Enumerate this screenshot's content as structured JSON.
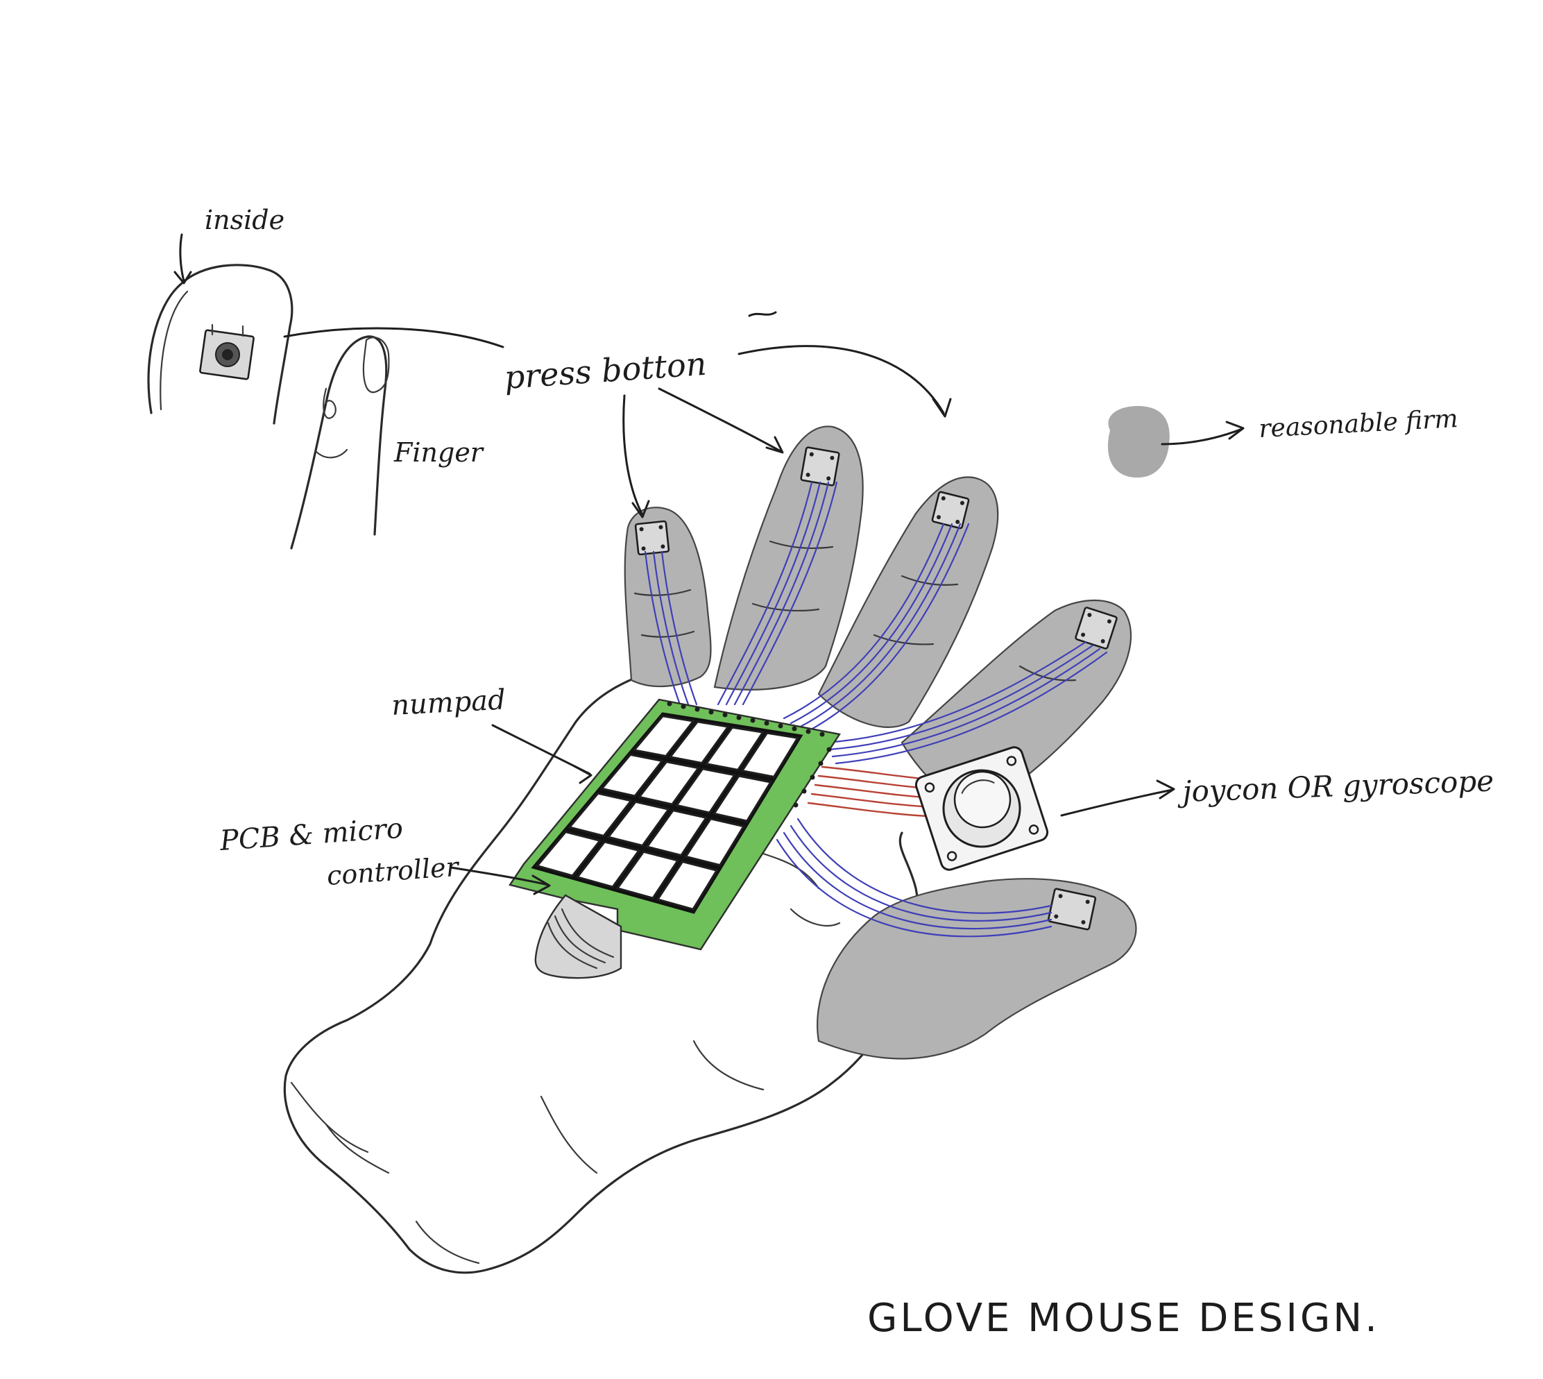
{
  "title": "GLOVE MOUSE DESIGN.",
  "labels": {
    "inside": "inside",
    "finger": "Finger",
    "press_button": "press botton",
    "reasonable_firm": "reasonable firm",
    "numpad": "numpad",
    "pcb_line1": "PCB & micro",
    "pcb_line2": "controller",
    "joycon": "joycon OR gyroscope"
  },
  "colors": {
    "fingertip_gray": "#b3b3b3",
    "wire_blue": "#3f3fb8",
    "wire_red": "#b84236",
    "pcb_green": "#6fbf5a"
  },
  "icons": {
    "tactile_button": "push-button-icon",
    "joystick": "joystick-icon",
    "firmness_swatch": "gray-blob-icon"
  }
}
